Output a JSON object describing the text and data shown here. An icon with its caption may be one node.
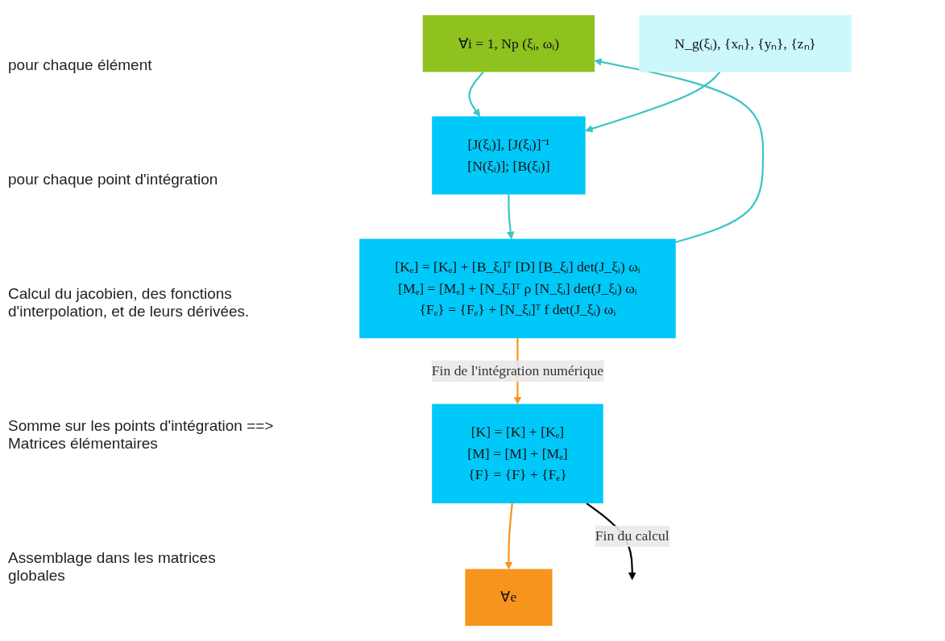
{
  "diagram": {
    "nodes": [
      {
        "text": [
          "∀e"
        ]
      },
      {
        "text": [
          "∀i = 1, Np   (ξᵢ, ωᵢ)"
        ]
      },
      {
        "text": [
          "N_g(ξᵢ), {xₙ}, {yₙ}, {zₙ}"
        ]
      },
      {
        "text": [
          "[J(ξᵢ)], [J(ξᵢ)]⁻¹",
          "[N(ξᵢ)]; [B(ξᵢ)]"
        ]
      },
      {
        "text": [
          "[Kₑ] = [Kₑ] + [B_ξᵢ]ᵀ [D] [B_ξᵢ] det(J_ξᵢ) ωᵢ",
          "[Mₑ] = [Mₑ] + [N_ξᵢ]ᵀ ρ [N_ξᵢ] det(J_ξᵢ) ωᵢ",
          "{Fₑ} = {Fₑ} + [N_ξᵢ]ᵀ f det(J_ξᵢ) ωᵢ"
        ]
      },
      {
        "text": [
          "[K] = [K] + [Kₑ]",
          "[M] = [M] + [Mₑ]",
          "{F} = {F} + {Fₑ}"
        ]
      }
    ],
    "edges": [
      {
        "from": 1,
        "to": 3,
        "arrow": "to"
      },
      {
        "from": 2,
        "to": 3,
        "arrow": "to"
      },
      {
        "from": 3,
        "to": 4,
        "arrow": "to"
      },
      {
        "from": 4,
        "to": 1,
        "arrow": "to"
      },
      {
        "from": 4,
        "to": 5,
        "arrow": "to",
        "label": "Fin de l'intégration numérique",
        "color": "#f7941d"
      },
      {
        "from": 5,
        "to": 0,
        "arrow": "to",
        "color": "#f7941d"
      },
      {
        "from": 5,
        "to": null,
        "arrow": "to",
        "label": "Fin du calcul",
        "color": "#000000"
      }
    ],
    "labels": [
      "pour chaque élément",
      "pour chaque point d'intégration",
      "Calcul du jacobien, des fonctions d'interpolation, et de leurs dérivées.",
      "Somme sur les points d'intégration ==> Matrices élémentaires",
      "Assemblage dans les matrices globales"
    ]
  }
}
